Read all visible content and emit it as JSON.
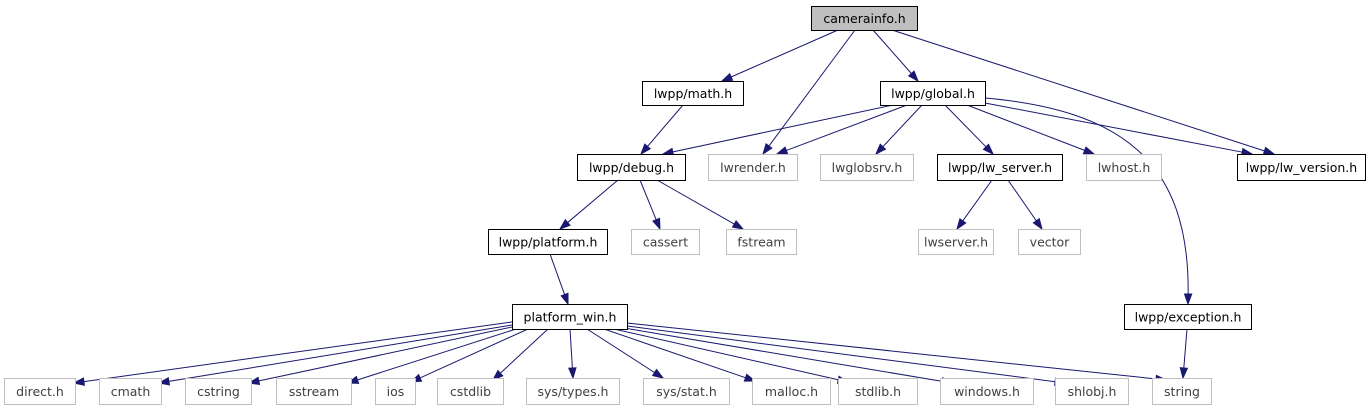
{
  "graph": {
    "title": "camerainfo.h",
    "colors": {
      "edge": "#191970",
      "root_fill": "#bfbfbf",
      "documented_border": "#000000",
      "documented_text": "#000000",
      "external_border": "#bfbfbf",
      "external_text": "#404040"
    },
    "nodes": [
      {
        "id": "camerainfo",
        "label": "camerainfo.h",
        "kind": "root",
        "clickable": false
      },
      {
        "id": "math",
        "label": "lwpp/math.h",
        "kind": "documented",
        "clickable": true
      },
      {
        "id": "global",
        "label": "lwpp/global.h",
        "kind": "documented",
        "clickable": true
      },
      {
        "id": "debug",
        "label": "lwpp/debug.h",
        "kind": "documented",
        "clickable": true
      },
      {
        "id": "lwrender",
        "label": "lwrender.h",
        "kind": "external",
        "clickable": false
      },
      {
        "id": "lwglobsrv",
        "label": "lwglobsrv.h",
        "kind": "external",
        "clickable": false
      },
      {
        "id": "lw_server",
        "label": "lwpp/lw_server.h",
        "kind": "documented",
        "clickable": true
      },
      {
        "id": "lwhost",
        "label": "lwhost.h",
        "kind": "external",
        "clickable": false
      },
      {
        "id": "lw_version",
        "label": "lwpp/lw_version.h",
        "kind": "documented",
        "clickable": true
      },
      {
        "id": "platform",
        "label": "lwpp/platform.h",
        "kind": "documented",
        "clickable": true
      },
      {
        "id": "cassert",
        "label": "cassert",
        "kind": "external",
        "clickable": false
      },
      {
        "id": "fstream",
        "label": "fstream",
        "kind": "external",
        "clickable": false
      },
      {
        "id": "lwserver",
        "label": "lwserver.h",
        "kind": "external",
        "clickable": false
      },
      {
        "id": "vector",
        "label": "vector",
        "kind": "external",
        "clickable": false
      },
      {
        "id": "platform_win",
        "label": "platform_win.h",
        "kind": "documented",
        "clickable": true
      },
      {
        "id": "exception",
        "label": "lwpp/exception.h",
        "kind": "documented",
        "clickable": true
      },
      {
        "id": "direct",
        "label": "direct.h",
        "kind": "external",
        "clickable": false
      },
      {
        "id": "cmath",
        "label": "cmath",
        "kind": "external",
        "clickable": false
      },
      {
        "id": "cstring",
        "label": "cstring",
        "kind": "external",
        "clickable": false
      },
      {
        "id": "sstream",
        "label": "sstream",
        "kind": "external",
        "clickable": false
      },
      {
        "id": "ios",
        "label": "ios",
        "kind": "external",
        "clickable": false
      },
      {
        "id": "cstdlib",
        "label": "cstdlib",
        "kind": "external",
        "clickable": false
      },
      {
        "id": "sys_types",
        "label": "sys/types.h",
        "kind": "external",
        "clickable": false
      },
      {
        "id": "sys_stat",
        "label": "sys/stat.h",
        "kind": "external",
        "clickable": false
      },
      {
        "id": "malloc",
        "label": "malloc.h",
        "kind": "external",
        "clickable": false
      },
      {
        "id": "stdlib",
        "label": "stdlib.h",
        "kind": "external",
        "clickable": false
      },
      {
        "id": "windows",
        "label": "windows.h",
        "kind": "external",
        "clickable": false
      },
      {
        "id": "shlobj",
        "label": "shlobj.h",
        "kind": "external",
        "clickable": false
      },
      {
        "id": "string",
        "label": "string",
        "kind": "external",
        "clickable": false
      }
    ],
    "edges": [
      {
        "from": "camerainfo",
        "to": "math"
      },
      {
        "from": "camerainfo",
        "to": "lwrender"
      },
      {
        "from": "camerainfo",
        "to": "global"
      },
      {
        "from": "camerainfo",
        "to": "lw_version"
      },
      {
        "from": "math",
        "to": "debug"
      },
      {
        "from": "global",
        "to": "debug"
      },
      {
        "from": "global",
        "to": "lwrender"
      },
      {
        "from": "global",
        "to": "lwglobsrv"
      },
      {
        "from": "global",
        "to": "lw_server"
      },
      {
        "from": "global",
        "to": "lwhost"
      },
      {
        "from": "global",
        "to": "lw_version"
      },
      {
        "from": "global",
        "to": "exception"
      },
      {
        "from": "debug",
        "to": "platform"
      },
      {
        "from": "debug",
        "to": "cassert"
      },
      {
        "from": "debug",
        "to": "fstream"
      },
      {
        "from": "lw_server",
        "to": "lwserver"
      },
      {
        "from": "lw_server",
        "to": "vector"
      },
      {
        "from": "platform",
        "to": "platform_win"
      },
      {
        "from": "platform_win",
        "to": "direct"
      },
      {
        "from": "platform_win",
        "to": "cmath"
      },
      {
        "from": "platform_win",
        "to": "cstring"
      },
      {
        "from": "platform_win",
        "to": "sstream"
      },
      {
        "from": "platform_win",
        "to": "ios"
      },
      {
        "from": "platform_win",
        "to": "cstdlib"
      },
      {
        "from": "platform_win",
        "to": "sys_types"
      },
      {
        "from": "platform_win",
        "to": "sys_stat"
      },
      {
        "from": "platform_win",
        "to": "malloc"
      },
      {
        "from": "platform_win",
        "to": "stdlib"
      },
      {
        "from": "platform_win",
        "to": "windows"
      },
      {
        "from": "platform_win",
        "to": "shlobj"
      },
      {
        "from": "platform_win",
        "to": "string"
      },
      {
        "from": "exception",
        "to": "string"
      }
    ]
  }
}
